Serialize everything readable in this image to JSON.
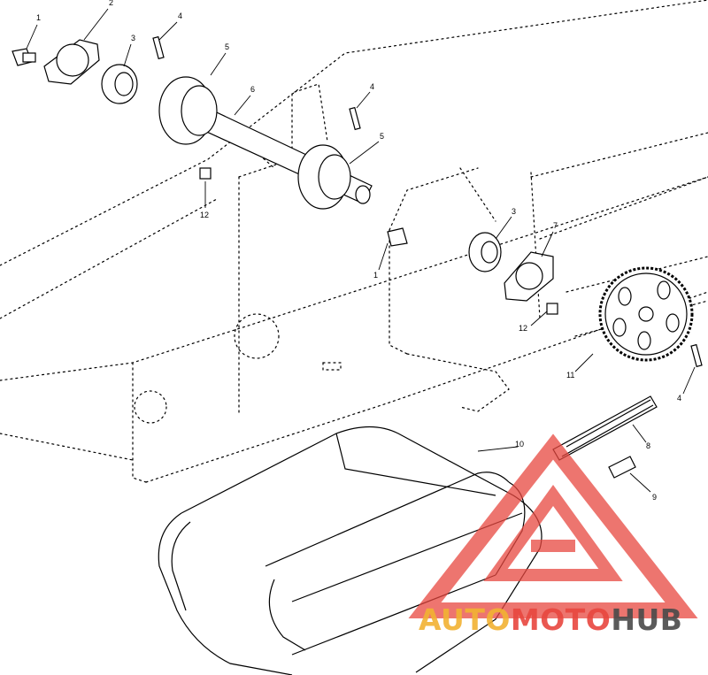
{
  "callouts": [
    {
      "id": "c1a",
      "text": "1"
    },
    {
      "id": "c2",
      "text": "2"
    },
    {
      "id": "c3a",
      "text": "3"
    },
    {
      "id": "c4a",
      "text": "4"
    },
    {
      "id": "c5a",
      "text": "5"
    },
    {
      "id": "c6",
      "text": "6"
    },
    {
      "id": "c4b",
      "text": "4"
    },
    {
      "id": "c5b",
      "text": "5"
    },
    {
      "id": "c12a",
      "text": "12"
    },
    {
      "id": "c3b",
      "text": "3"
    },
    {
      "id": "c7",
      "text": "7"
    },
    {
      "id": "c1b",
      "text": "1"
    },
    {
      "id": "c12b",
      "text": "12"
    },
    {
      "id": "c11",
      "text": "11"
    },
    {
      "id": "c4c",
      "text": "4"
    },
    {
      "id": "c8",
      "text": "8"
    },
    {
      "id": "c10",
      "text": "10"
    },
    {
      "id": "c9",
      "text": "9"
    }
  ],
  "watermark": {
    "part1": "AUTO",
    "part2": "MOTO",
    "part3": "HUB",
    "color_light": "#f2b233",
    "color_red": "#e8473f",
    "color_dark": "#4a4a4a"
  }
}
